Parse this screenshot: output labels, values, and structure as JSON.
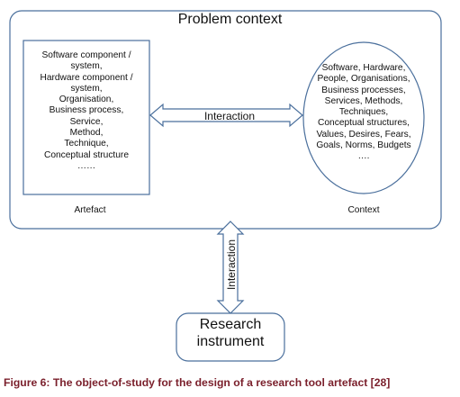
{
  "problem_context": {
    "title": "Problem context"
  },
  "artefact": {
    "lines": [
      "Software component /",
      "system,",
      "Hardware component /",
      "system,",
      "Organisation,",
      "Business process,",
      "Service,",
      "Method,",
      "Technique,",
      "Conceptual structure",
      "……"
    ],
    "label": "Artefact"
  },
  "context": {
    "lines": [
      "Software, Hardware,",
      "People, Organisations,",
      "Business processes,",
      "Services, Methods,",
      "Techniques,",
      "Conceptual structures,",
      "Values, Desires, Fears,",
      "Goals, Norms, Budgets",
      "…."
    ],
    "label": "Context"
  },
  "arrows": {
    "horizontal_label": "Interaction",
    "vertical_label": "Interaction"
  },
  "research_instrument": {
    "line1": "Research",
    "line2": "instrument"
  },
  "caption": "Figure 6: The object-of-study for the design of a research tool artefact [28]",
  "colors": {
    "stroke": "#4a6f9c",
    "caption": "#7a1f2b"
  }
}
